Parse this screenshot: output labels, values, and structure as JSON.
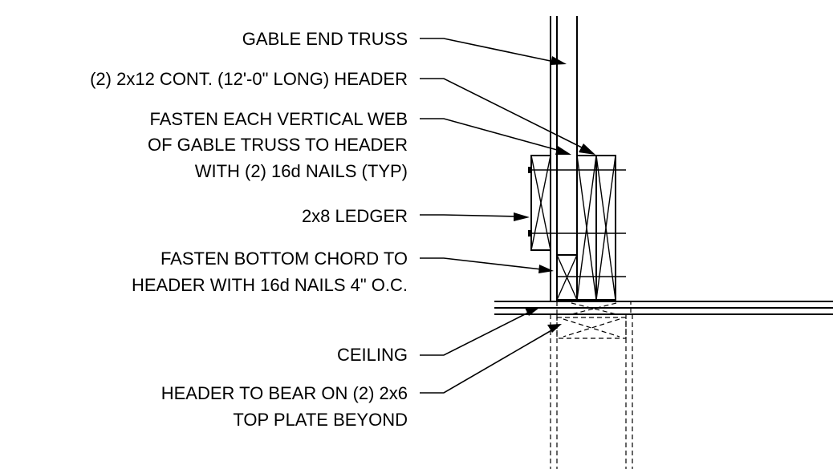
{
  "notes": {
    "gable_end_truss": "GABLE END TRUSS",
    "header": "(2) 2x12 CONT. (12'-0\" LONG) HEADER",
    "fasten_web_line1": "FASTEN EACH VERTICAL WEB",
    "fasten_web_line2": "OF GABLE TRUSS TO HEADER",
    "fasten_web_line3": "WITH (2) 16d NAILS (TYP)",
    "ledger": "2x8 LEDGER",
    "fasten_chord_line1": "FASTEN BOTTOM CHORD TO",
    "fasten_chord_line2": "HEADER WITH 16d NAILS 4\" O.C.",
    "ceiling": "CEILING",
    "bear_line1": "HEADER TO BEAR ON (2) 2x6",
    "bear_line2": "TOP PLATE BEYOND"
  }
}
